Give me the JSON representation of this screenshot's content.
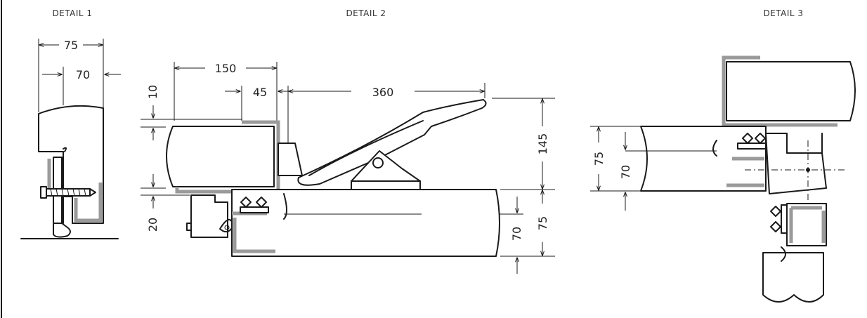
{
  "details": [
    {
      "id": "detail-1",
      "title": "DETAIL 1",
      "dimensions": [
        "75",
        "70"
      ]
    },
    {
      "id": "detail-2",
      "title": "DETAIL 2",
      "dimensions": [
        "150",
        "45",
        "360",
        "10",
        "20",
        "145",
        "75",
        "70"
      ]
    },
    {
      "id": "detail-3",
      "title": "DETAIL 3",
      "dimensions": [
        "75",
        "70"
      ]
    }
  ],
  "colors": {
    "line": "#1a1a1a",
    "gasket": "#9a9a9a",
    "background": "#ffffff"
  }
}
